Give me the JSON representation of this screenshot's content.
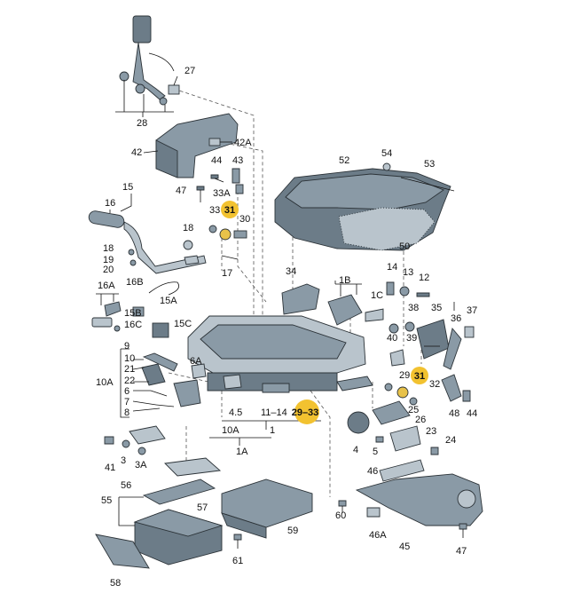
{
  "colors": {
    "part_fill": "#8a9aa6",
    "part_dark": "#6c7c88",
    "part_light": "#b9c4cc",
    "highlight": "#f2c230",
    "line": "#111111"
  },
  "labels": [
    {
      "id": "l27",
      "text": "27"
    },
    {
      "id": "l28",
      "text": "28"
    },
    {
      "id": "l42",
      "text": "42"
    },
    {
      "id": "l42a",
      "text": "42A"
    },
    {
      "id": "l44a",
      "text": "44"
    },
    {
      "id": "l43",
      "text": "43"
    },
    {
      "id": "l47a",
      "text": "47"
    },
    {
      "id": "l33a",
      "text": "33A"
    },
    {
      "id": "l15",
      "text": "15"
    },
    {
      "id": "l16",
      "text": "16"
    },
    {
      "id": "l33",
      "text": "33"
    },
    {
      "id": "l30",
      "text": "30"
    },
    {
      "id": "l18a",
      "text": "18"
    },
    {
      "id": "l18b",
      "text": "18"
    },
    {
      "id": "l19",
      "text": "19"
    },
    {
      "id": "l20",
      "text": "20"
    },
    {
      "id": "l17",
      "text": "17"
    },
    {
      "id": "l16a",
      "text": "16A"
    },
    {
      "id": "l16b",
      "text": "16B"
    },
    {
      "id": "l15a",
      "text": "15A"
    },
    {
      "id": "l15b",
      "text": "15B"
    },
    {
      "id": "l16c",
      "text": "16C"
    },
    {
      "id": "l15c",
      "text": "15C"
    },
    {
      "id": "l9",
      "text": "9"
    },
    {
      "id": "l10",
      "text": "10"
    },
    {
      "id": "l21",
      "text": "21"
    },
    {
      "id": "l22",
      "text": "22"
    },
    {
      "id": "l6",
      "text": "6"
    },
    {
      "id": "l7",
      "text": "7"
    },
    {
      "id": "l8",
      "text": "8"
    },
    {
      "id": "l10a",
      "text": "10A"
    },
    {
      "id": "l6a",
      "text": "6A"
    },
    {
      "id": "l52",
      "text": "52"
    },
    {
      "id": "l54",
      "text": "54"
    },
    {
      "id": "l53",
      "text": "53"
    },
    {
      "id": "l50",
      "text": "50"
    },
    {
      "id": "l34",
      "text": "34"
    },
    {
      "id": "l14",
      "text": "14"
    },
    {
      "id": "l13",
      "text": "13"
    },
    {
      "id": "l12",
      "text": "12"
    },
    {
      "id": "l1b",
      "text": "1B"
    },
    {
      "id": "l1c",
      "text": "1C"
    },
    {
      "id": "l38",
      "text": "38"
    },
    {
      "id": "l35",
      "text": "35"
    },
    {
      "id": "l36",
      "text": "36"
    },
    {
      "id": "l37",
      "text": "37"
    },
    {
      "id": "l40",
      "text": "40"
    },
    {
      "id": "l39",
      "text": "39"
    },
    {
      "id": "l29",
      "text": "29"
    },
    {
      "id": "l32",
      "text": "32"
    },
    {
      "id": "l25",
      "text": "25"
    },
    {
      "id": "l48",
      "text": "48"
    },
    {
      "id": "l44b",
      "text": "44"
    },
    {
      "id": "l26",
      "text": "26"
    },
    {
      "id": "l23",
      "text": "23"
    },
    {
      "id": "l24",
      "text": "24"
    },
    {
      "id": "l4",
      "text": "4"
    },
    {
      "id": "l5",
      "text": "5"
    },
    {
      "id": "l45num",
      "text": "4.5"
    },
    {
      "id": "l11",
      "text": "11–14"
    },
    {
      "id": "l10a2",
      "text": "10A"
    },
    {
      "id": "l1",
      "text": "1"
    },
    {
      "id": "l1a",
      "text": "1A"
    },
    {
      "id": "l41",
      "text": "41"
    },
    {
      "id": "l3",
      "text": "3"
    },
    {
      "id": "l3a",
      "text": "3A"
    },
    {
      "id": "l46",
      "text": "46"
    },
    {
      "id": "l56",
      "text": "56"
    },
    {
      "id": "l55",
      "text": "55"
    },
    {
      "id": "l57",
      "text": "57"
    },
    {
      "id": "l59",
      "text": "59"
    },
    {
      "id": "l60",
      "text": "60"
    },
    {
      "id": "l46a",
      "text": "46A"
    },
    {
      "id": "l45",
      "text": "45"
    },
    {
      "id": "l47b",
      "text": "47"
    },
    {
      "id": "l61",
      "text": "61"
    },
    {
      "id": "l58",
      "text": "58"
    }
  ],
  "highlights": [
    {
      "id": "h31a",
      "text": "31"
    },
    {
      "id": "h31b",
      "text": "31"
    },
    {
      "id": "h2933",
      "text": "29–33"
    }
  ]
}
